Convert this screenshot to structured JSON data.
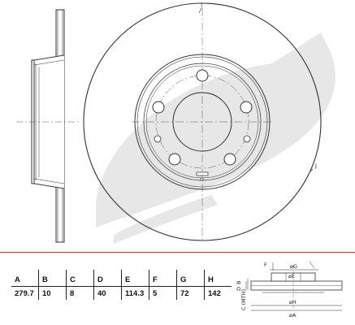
{
  "spec_table": {
    "headers": [
      "A",
      "B",
      "C",
      "D",
      "E",
      "F",
      "G",
      "H"
    ],
    "values": [
      "279.7",
      "10",
      "8",
      "40",
      "114.3",
      "5",
      "72",
      "142"
    ]
  },
  "cross_section_labels": {
    "f_label": "F",
    "g_label": "⌀G",
    "e_label": "⌀E",
    "h_label": "⌀H",
    "a_label": "⌀A",
    "d_label": "D",
    "b_label": "B",
    "c_label": "C (MTH)"
  },
  "view_marks": {
    "top": "|",
    "right": "J"
  },
  "brand": {
    "watermark_color": "#e3e3e3",
    "accent_color": "#d42a1e"
  }
}
